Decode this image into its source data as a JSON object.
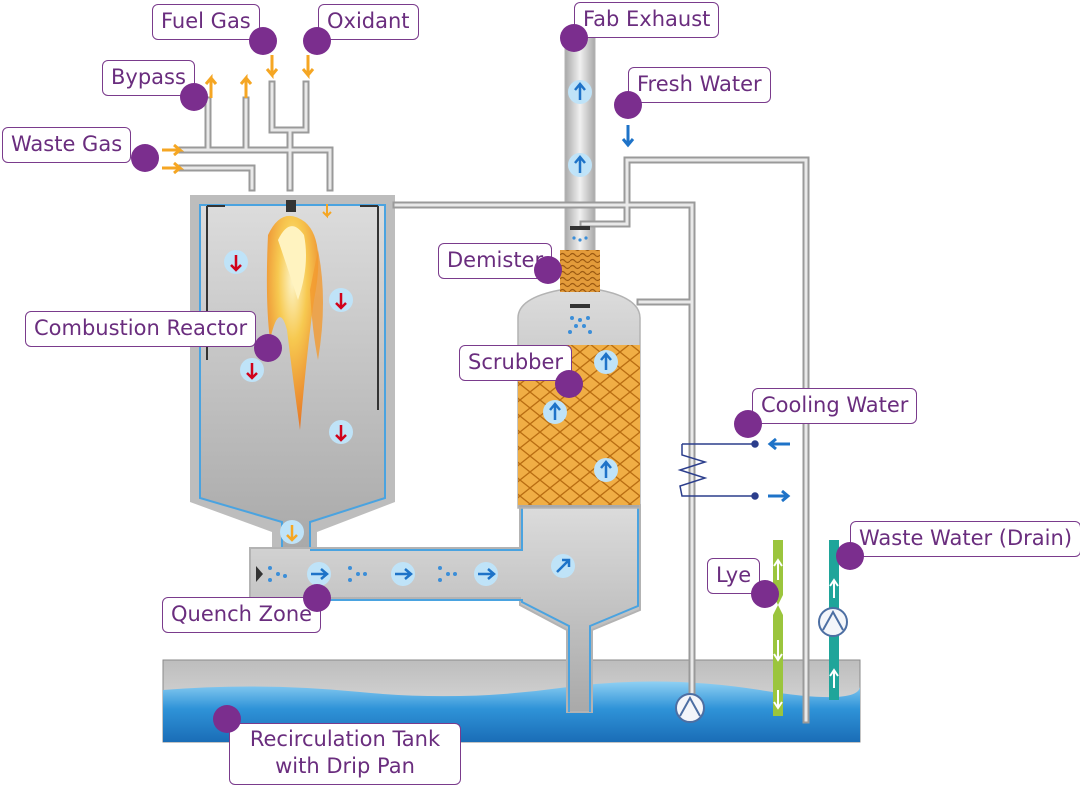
{
  "labels": {
    "fuel_gas": "Fuel Gas",
    "oxidant": "Oxidant",
    "fab_exhaust": "Fab Exhaust",
    "bypass": "Bypass",
    "fresh_water": "Fresh Water",
    "waste_gas": "Waste Gas",
    "demister": "Demister",
    "combustion_reactor": "Combustion Reactor",
    "scrubber": "Scrubber",
    "cooling_water": "Cooling Water",
    "waste_water_drain": "Waste Water (Drain)",
    "lye": "Lye",
    "quench_zone": "Quench Zone",
    "recirculation_tank_line1": "Recirculation Tank",
    "recirculation_tank_line2": "with Drip Pan"
  },
  "colors": {
    "label_border": "#7a3b8c",
    "label_text": "#6a2d7e",
    "marker_dot": "#7b2e8e",
    "vessel_gray": "#c4c4c4",
    "gas_arrow_orange": "#f5a623",
    "flow_arrow_blue": "#1e73c8",
    "down_arrow_red": "#d0021b",
    "packing_orange": "#e8a33b",
    "water_blue": "#2a8fd6",
    "lye_green": "#9bc53d",
    "drain_teal": "#1fa59a"
  }
}
